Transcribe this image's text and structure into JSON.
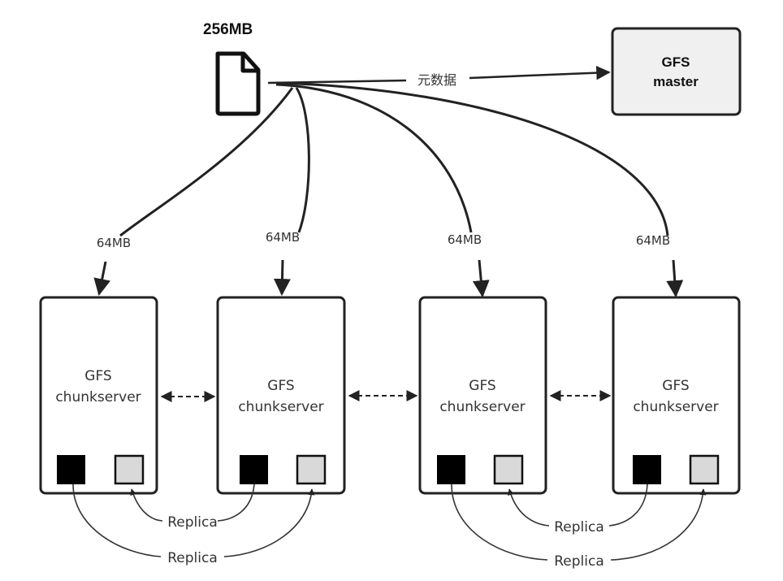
{
  "file": {
    "size_label": "256MB",
    "icon": "file-icon"
  },
  "metadata_edge": {
    "label": "元数据"
  },
  "master": {
    "line1": "GFS",
    "line2": "master",
    "fill": "#f0f0f0"
  },
  "chunk_labels": [
    "64MB",
    "64MB",
    "64MB",
    "64MB"
  ],
  "chunkservers": [
    {
      "line1": "GFS",
      "line2": "chunkserver"
    },
    {
      "line1": "GFS",
      "line2": "chunkserver"
    },
    {
      "line1": "GFS",
      "line2": "chunkserver"
    },
    {
      "line1": "GFS",
      "line2": "chunkserver"
    }
  ],
  "chunk_colors": {
    "primary": "#000000",
    "replica": "#d9d9d9"
  },
  "replica_labels": {
    "left_inner": "Replica",
    "left_outer": "Replica",
    "right_inner": "Replica",
    "right_outer": "Replica"
  }
}
